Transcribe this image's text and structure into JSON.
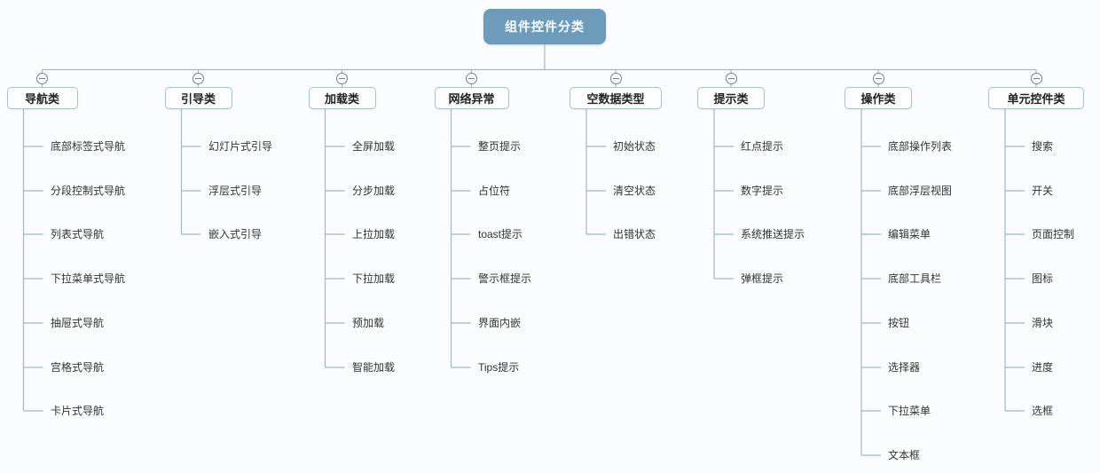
{
  "root": {
    "label": "组件控件分类"
  },
  "branches": [
    {
      "label": "导航类",
      "children": [
        "底部标签式导航",
        "分段控制式导航",
        "列表式导航",
        "下拉菜单式导航",
        "抽屉式导航",
        "宫格式导航",
        "卡片式导航"
      ]
    },
    {
      "label": "引导类",
      "children": [
        "幻灯片式引导",
        "浮层式引导",
        "嵌入式引导"
      ]
    },
    {
      "label": "加载类",
      "children": [
        "全屏加载",
        "分步加载",
        "上拉加载",
        "下拉加载",
        "预加载",
        "智能加载"
      ]
    },
    {
      "label": "网络异常",
      "children": [
        "整页提示",
        "占位符",
        "toast提示",
        "警示框提示",
        "界面内嵌",
        "Tips提示"
      ]
    },
    {
      "label": "空数据类型",
      "children": [
        "初始状态",
        "清空状态",
        "出错状态"
      ]
    },
    {
      "label": "提示类",
      "children": [
        "红点提示",
        "数字提示",
        "系统推送提示",
        "弹框提示"
      ]
    },
    {
      "label": "操作类",
      "children": [
        "底部操作列表",
        "底部浮层视图",
        "编辑菜单",
        "底部工具栏",
        "按钮",
        "选择器",
        "下拉菜单",
        "文本框"
      ]
    },
    {
      "label": "单元控件类",
      "children": [
        "搜索",
        "开关",
        "页面控制",
        "图标",
        "滑块",
        "进度",
        "选框"
      ]
    }
  ],
  "icons": {
    "collapse": "minus-circle-icon"
  },
  "colors": {
    "root_fill": "#6d9bba",
    "root_text": "#ffffff",
    "connector_line": "#9fb9ca",
    "branch_border": "#a9c3d3",
    "branch_fill": "#fdfdfe",
    "node_text": "#333333",
    "background": "#fbfcfd"
  }
}
